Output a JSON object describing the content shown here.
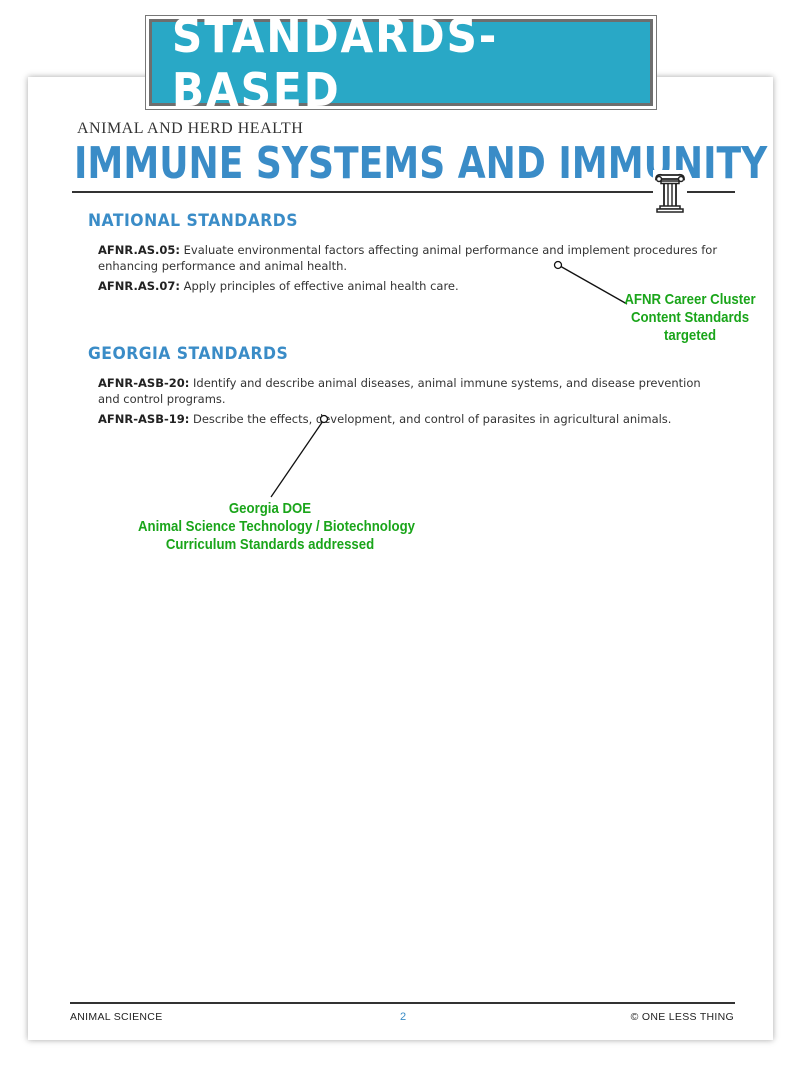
{
  "banner": {
    "label": "STANDARDS-BASED",
    "color": "#29a8c6"
  },
  "document": {
    "kicker": "ANIMAL AND HERD HEALTH",
    "title": "IMMUNE SYSTEMS AND IMMUNITY",
    "accent_color": "#3a8cc7"
  },
  "sections": [
    {
      "heading": "NATIONAL STANDARDS",
      "items": [
        {
          "code": "AFNR.AS.05:",
          "text": "Evaluate environmental factors affecting animal performance and implement procedures for enhancing performance and animal health."
        },
        {
          "code": "AFNR.AS.07:",
          "text": "Apply principles of effective animal health care."
        }
      ]
    },
    {
      "heading": "GEORGIA STANDARDS",
      "items": [
        {
          "code": "AFNR-ASB-20:",
          "text": "Identify and describe animal diseases, animal immune systems, and disease prevention and control programs."
        },
        {
          "code": "AFNR-ASB-19:",
          "text": "Describe the effects, development, and control of parasites in agricultural animals."
        }
      ]
    }
  ],
  "callouts": [
    {
      "lines": [
        "AFNR Career Cluster",
        "Content Standards",
        "targeted"
      ]
    },
    {
      "lines": [
        "Georgia DOE",
        "Animal Science Technology / Biotechnology",
        "Curriculum Standards addressed"
      ]
    }
  ],
  "callout_color": "#1aa51a",
  "footer": {
    "left": "ANIMAL SCIENCE",
    "page": "2",
    "right": "© ONE LESS THING"
  },
  "icons": {
    "pillar": "greek-column-icon"
  }
}
